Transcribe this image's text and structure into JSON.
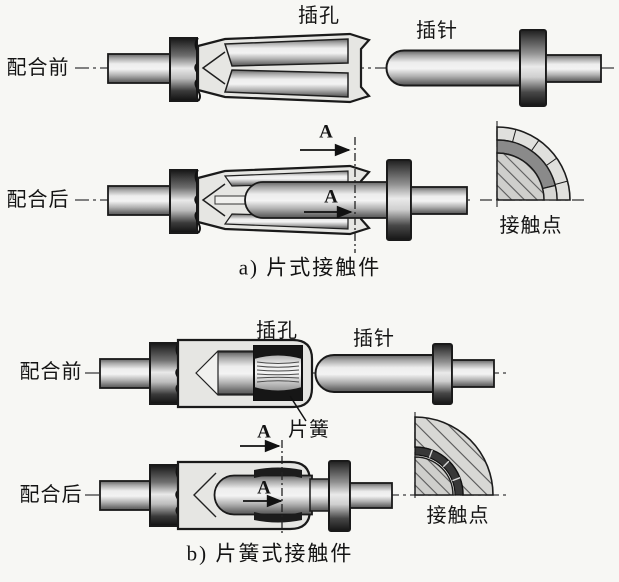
{
  "panel_a": {
    "caption": "a) 片式接触件",
    "socket_label": "插孔",
    "pin_label": "插针",
    "before_label": "配合前",
    "after_label": "配合后",
    "contact_point_label": "接触点",
    "section_letter": "A"
  },
  "panel_b": {
    "caption": "b) 片簧式接触件",
    "socket_label": "插孔",
    "pin_label": "插针",
    "before_label": "配合前",
    "after_label": "配合后",
    "leaf_spring_label": "片簧",
    "contact_point_label": "接触点",
    "section_letter": "A"
  },
  "colors": {
    "background": "#f7f7f4",
    "line": "#1a1a1a",
    "metal_light": "#f0f0f0",
    "metal_mid": "#b5b5b5",
    "metal_dark": "#1c1c1c",
    "shell_fill": "#e6e6e3",
    "contact_band": "#8a8a8a",
    "hatch_line": "#5a5a5a"
  }
}
